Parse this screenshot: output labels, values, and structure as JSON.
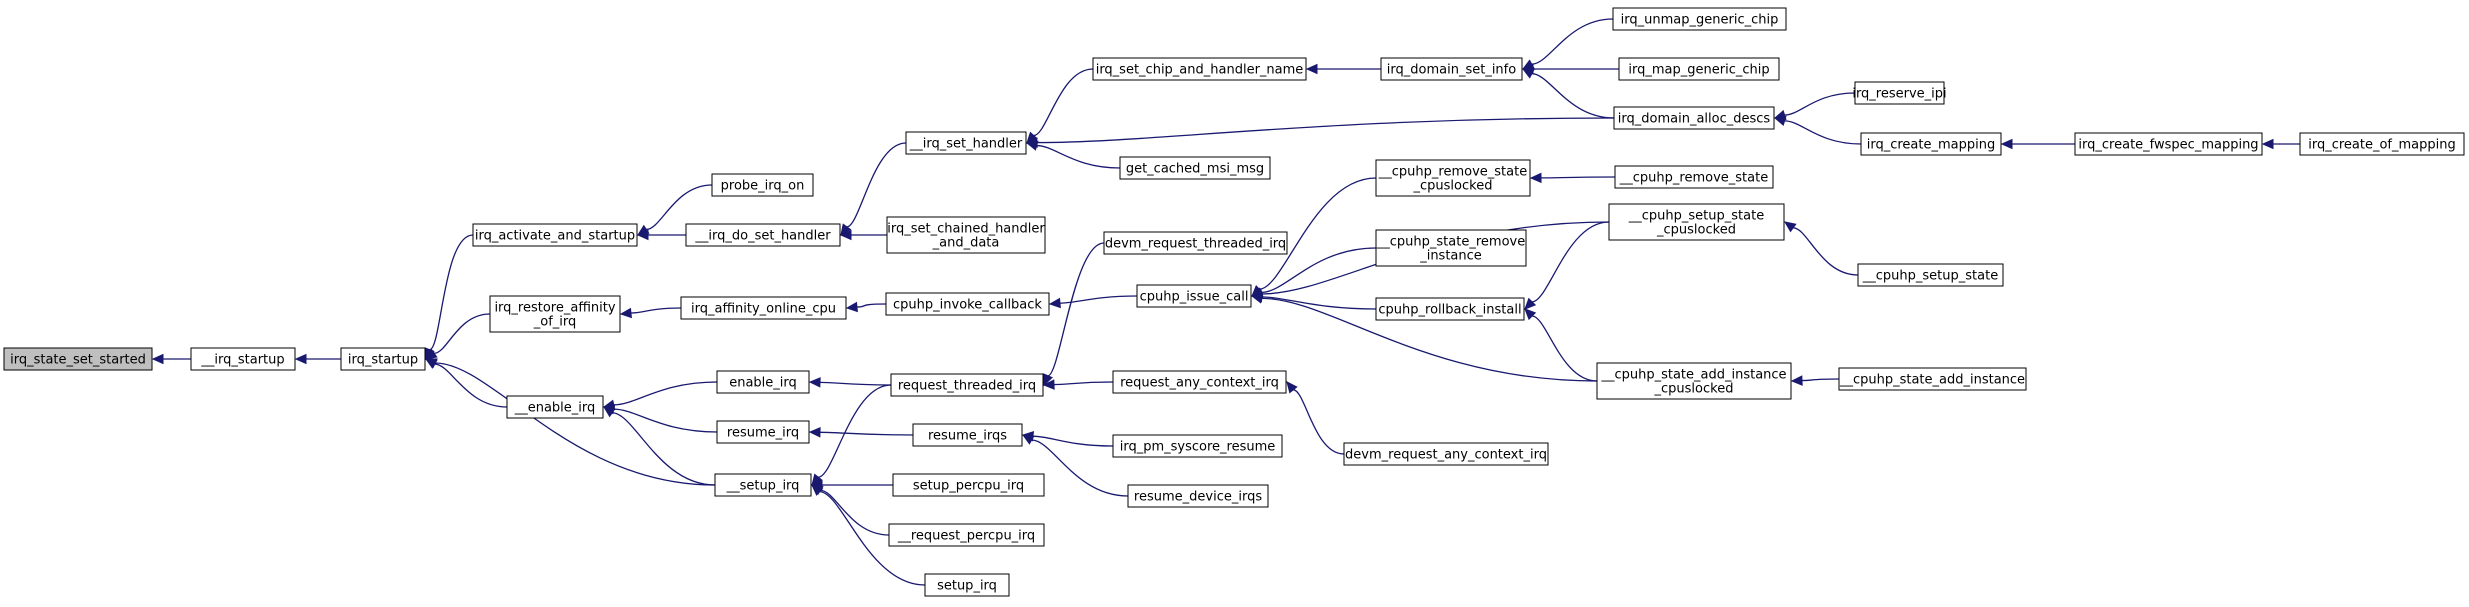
{
  "title": "",
  "colors": {
    "edge": "#191970",
    "root_fill": "#bfbfbf",
    "node_fill": "#ffffff",
    "node_stroke": "#000000"
  },
  "nodes": [
    {
      "id": "irq_state_set_started",
      "lines": [
        "irq_state_set_started"
      ],
      "root": true
    },
    {
      "id": "__irq_startup",
      "lines": [
        "__irq_startup"
      ]
    },
    {
      "id": "irq_startup",
      "lines": [
        "irq_startup"
      ]
    },
    {
      "id": "irq_activate_and_startup",
      "lines": [
        "irq_activate_and_startup"
      ]
    },
    {
      "id": "irq_restore_affinity_of_irq",
      "lines": [
        "irq_restore_affinity",
        "_of_irq"
      ]
    },
    {
      "id": "__enable_irq",
      "lines": [
        "__enable_irq"
      ]
    },
    {
      "id": "__setup_irq",
      "lines": [
        "__setup_irq"
      ]
    },
    {
      "id": "probe_irq_on",
      "lines": [
        "probe_irq_on"
      ]
    },
    {
      "id": "__irq_do_set_handler",
      "lines": [
        "__irq_do_set_handler"
      ]
    },
    {
      "id": "irq_affinity_online_cpu",
      "lines": [
        "irq_affinity_online_cpu"
      ]
    },
    {
      "id": "enable_irq",
      "lines": [
        "enable_irq"
      ]
    },
    {
      "id": "resume_irq",
      "lines": [
        "resume_irq"
      ]
    },
    {
      "id": "__irq_set_handler",
      "lines": [
        "__irq_set_handler"
      ]
    },
    {
      "id": "irq_set_chained_handler_and_data",
      "lines": [
        "irq_set_chained_handler",
        "_and_data"
      ]
    },
    {
      "id": "cpuhp_invoke_callback",
      "lines": [
        "cpuhp_invoke_callback"
      ]
    },
    {
      "id": "request_threaded_irq",
      "lines": [
        "request_threaded_irq"
      ]
    },
    {
      "id": "resume_irqs",
      "lines": [
        "resume_irqs"
      ]
    },
    {
      "id": "setup_percpu_irq",
      "lines": [
        "setup_percpu_irq"
      ]
    },
    {
      "id": "__request_percpu_irq",
      "lines": [
        "__request_percpu_irq"
      ]
    },
    {
      "id": "setup_irq",
      "lines": [
        "setup_irq"
      ]
    },
    {
      "id": "irq_set_chip_and_handler_name",
      "lines": [
        "irq_set_chip_and_handler_name"
      ]
    },
    {
      "id": "get_cached_msi_msg",
      "lines": [
        "get_cached_msi_msg"
      ]
    },
    {
      "id": "cpuhp_issue_call",
      "lines": [
        "cpuhp_issue_call"
      ]
    },
    {
      "id": "devm_request_threaded_irq",
      "lines": [
        "devm_request_threaded_irq"
      ]
    },
    {
      "id": "request_any_context_irq",
      "lines": [
        "request_any_context_irq"
      ]
    },
    {
      "id": "irq_pm_syscore_resume",
      "lines": [
        "irq_pm_syscore_resume"
      ]
    },
    {
      "id": "resume_device_irqs",
      "lines": [
        "resume_device_irqs"
      ]
    },
    {
      "id": "irq_domain_set_info",
      "lines": [
        "irq_domain_set_info"
      ]
    },
    {
      "id": "__cpuhp_remove_state_cpuslocked",
      "lines": [
        "__cpuhp_remove_state",
        "_cpuslocked"
      ]
    },
    {
      "id": "__cpuhp_state_remove_instance",
      "lines": [
        "__cpuhp_state_remove",
        "_instance"
      ]
    },
    {
      "id": "cpuhp_rollback_install",
      "lines": [
        "cpuhp_rollback_install"
      ]
    },
    {
      "id": "devm_request_any_context_irq",
      "lines": [
        "devm_request_any_context_irq"
      ]
    },
    {
      "id": "irq_unmap_generic_chip",
      "lines": [
        "irq_unmap_generic_chip"
      ]
    },
    {
      "id": "irq_map_generic_chip",
      "lines": [
        "irq_map_generic_chip"
      ]
    },
    {
      "id": "irq_domain_alloc_descs",
      "lines": [
        "irq_domain_alloc_descs"
      ]
    },
    {
      "id": "__cpuhp_setup_state_cpuslocked",
      "lines": [
        "__cpuhp_setup_state",
        "_cpuslocked"
      ]
    },
    {
      "id": "__cpuhp_state_add_instance_cpuslocked",
      "lines": [
        "__cpuhp_state_add_instance",
        "_cpuslocked"
      ]
    },
    {
      "id": "__cpuhp_remove_state",
      "lines": [
        "__cpuhp_remove_state"
      ]
    },
    {
      "id": "irq_reserve_ipi",
      "lines": [
        "irq_reserve_ipi"
      ]
    },
    {
      "id": "irq_create_mapping",
      "lines": [
        "irq_create_mapping"
      ]
    },
    {
      "id": "__cpuhp_setup_state",
      "lines": [
        "__cpuhp_setup_state"
      ]
    },
    {
      "id": "__cpuhp_state_add_instance",
      "lines": [
        "__cpuhp_state_add_instance"
      ]
    },
    {
      "id": "irq_create_fwspec_mapping",
      "lines": [
        "irq_create_fwspec_mapping"
      ]
    },
    {
      "id": "irq_create_of_mapping",
      "lines": [
        "irq_create_of_mapping"
      ]
    }
  ],
  "edges": [
    [
      "__irq_startup",
      "irq_state_set_started"
    ],
    [
      "irq_startup",
      "__irq_startup"
    ],
    [
      "irq_activate_and_startup",
      "irq_startup"
    ],
    [
      "irq_restore_affinity_of_irq",
      "irq_startup"
    ],
    [
      "__enable_irq",
      "irq_startup"
    ],
    [
      "__setup_irq",
      "irq_startup"
    ],
    [
      "probe_irq_on",
      "irq_activate_and_startup"
    ],
    [
      "__irq_do_set_handler",
      "irq_activate_and_startup"
    ],
    [
      "irq_affinity_online_cpu",
      "irq_restore_affinity_of_irq"
    ],
    [
      "enable_irq",
      "__enable_irq"
    ],
    [
      "resume_irq",
      "__enable_irq"
    ],
    [
      "__setup_irq",
      "__enable_irq"
    ],
    [
      "__irq_set_handler",
      "__irq_do_set_handler"
    ],
    [
      "irq_set_chained_handler_and_data",
      "__irq_do_set_handler"
    ],
    [
      "cpuhp_invoke_callback",
      "irq_affinity_online_cpu"
    ],
    [
      "request_threaded_irq",
      "enable_irq"
    ],
    [
      "resume_irqs",
      "resume_irq"
    ],
    [
      "request_threaded_irq",
      "__setup_irq"
    ],
    [
      "setup_percpu_irq",
      "__setup_irq"
    ],
    [
      "__request_percpu_irq",
      "__setup_irq"
    ],
    [
      "setup_irq",
      "__setup_irq"
    ],
    [
      "irq_set_chip_and_handler_name",
      "__irq_set_handler"
    ],
    [
      "get_cached_msi_msg",
      "__irq_set_handler"
    ],
    [
      "irq_domain_alloc_descs",
      "__irq_set_handler"
    ],
    [
      "cpuhp_issue_call",
      "cpuhp_invoke_callback"
    ],
    [
      "devm_request_threaded_irq",
      "request_threaded_irq"
    ],
    [
      "request_any_context_irq",
      "request_threaded_irq"
    ],
    [
      "irq_pm_syscore_resume",
      "resume_irqs"
    ],
    [
      "resume_device_irqs",
      "resume_irqs"
    ],
    [
      "irq_domain_set_info",
      "irq_set_chip_and_handler_name"
    ],
    [
      "__cpuhp_remove_state_cpuslocked",
      "cpuhp_issue_call"
    ],
    [
      "__cpuhp_setup_state_cpuslocked",
      "cpuhp_issue_call"
    ],
    [
      "__cpuhp_state_remove_instance",
      "cpuhp_issue_call"
    ],
    [
      "cpuhp_rollback_install",
      "cpuhp_issue_call"
    ],
    [
      "__cpuhp_state_add_instance_cpuslocked",
      "cpuhp_issue_call"
    ],
    [
      "devm_request_any_context_irq",
      "request_any_context_irq"
    ],
    [
      "irq_unmap_generic_chip",
      "irq_domain_set_info"
    ],
    [
      "irq_map_generic_chip",
      "irq_domain_set_info"
    ],
    [
      "irq_domain_alloc_descs",
      "irq_domain_set_info"
    ],
    [
      "__cpuhp_remove_state",
      "__cpuhp_remove_state_cpuslocked"
    ],
    [
      "__cpuhp_setup_state_cpuslocked",
      "cpuhp_rollback_install"
    ],
    [
      "__cpuhp_state_add_instance_cpuslocked",
      "cpuhp_rollback_install"
    ],
    [
      "irq_reserve_ipi",
      "irq_domain_alloc_descs"
    ],
    [
      "irq_create_mapping",
      "irq_domain_alloc_descs"
    ],
    [
      "__cpuhp_setup_state",
      "__cpuhp_setup_state_cpuslocked"
    ],
    [
      "__cpuhp_state_add_instance",
      "__cpuhp_state_add_instance_cpuslocked"
    ],
    [
      "irq_create_fwspec_mapping",
      "irq_create_mapping"
    ],
    [
      "irq_create_of_mapping",
      "irq_create_fwspec_mapping"
    ]
  ]
}
